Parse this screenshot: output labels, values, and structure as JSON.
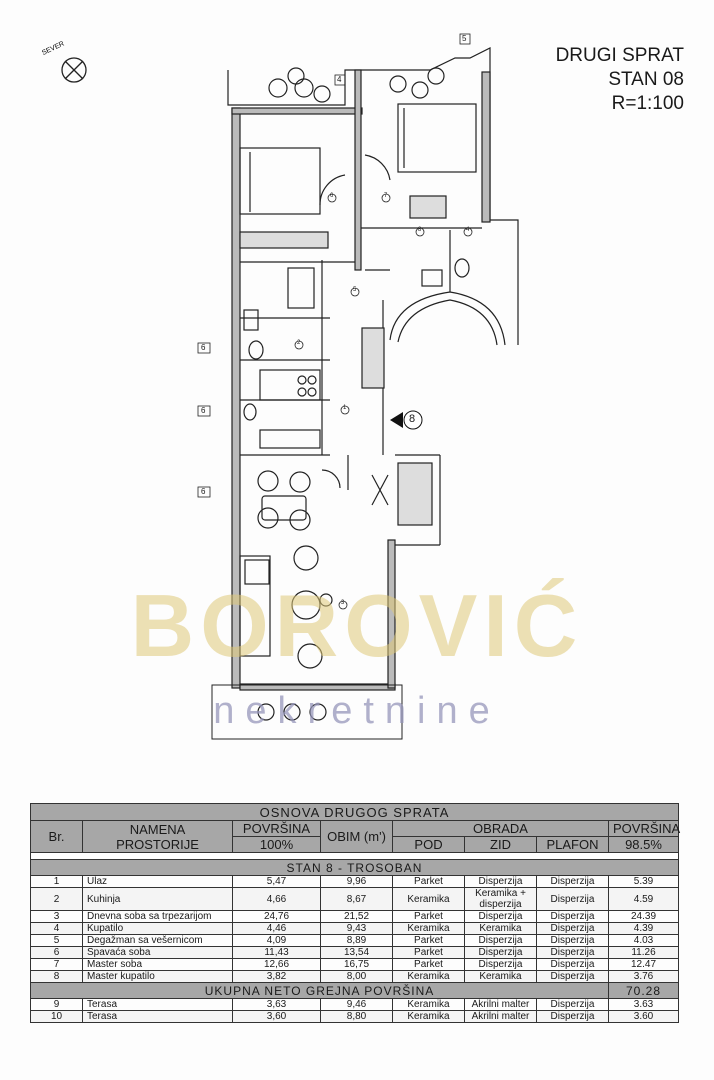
{
  "header": {
    "line1": "DRUGI SPRAT",
    "line2": "STAN 08",
    "line3": "R=1:100"
  },
  "compass_label": "SEVER",
  "plan_labels": {
    "balcony_top_a": "4",
    "balcony_top_b": "5",
    "window_left_1": "6",
    "window_left_2": "6",
    "window_left_3": "6",
    "entrance_marker": "8",
    "room_1": "1",
    "room_2": "2",
    "room_3": "3",
    "room_4": "4",
    "room_5": "5",
    "room_6": "6",
    "room_7": "7",
    "room_8": "8"
  },
  "watermark": {
    "brand": "BOROVIĆ",
    "tagline": "nekretnine"
  },
  "table": {
    "title": "OSNOVA DRUGOG SPRATA",
    "headers": {
      "br": "Br.",
      "namena": "NAMENA PROSTORIJE",
      "povrsina": "POVRŠINA",
      "povrsina_pct": "100%",
      "obim": "OBIM (m')",
      "obrada": "OBRADA",
      "pod": "POD",
      "zid": "ZID",
      "plafon": "PLAFON",
      "povrsina2": "POVRŠINA",
      "povrsina2_pct": "98.5%"
    },
    "section": "STAN 8 - TROSOBAN",
    "rows": [
      {
        "br": "1",
        "name": "Ulaz",
        "area": "5,47",
        "perim": "9,96",
        "pod": "Parket",
        "zid": "Disperzija",
        "plafon": "Disperzija",
        "net": "5.39"
      },
      {
        "br": "2",
        "name": "Kuhinja",
        "area": "4,66",
        "perim": "8,67",
        "pod": "Keramika",
        "zid": "Keramika + disperzija",
        "plafon": "Disperzija",
        "net": "4.59"
      },
      {
        "br": "3",
        "name": "Dnevna soba sa trpezarijom",
        "area": "24,76",
        "perim": "21,52",
        "pod": "Parket",
        "zid": "Disperzija",
        "plafon": "Disperzija",
        "net": "24.39"
      },
      {
        "br": "4",
        "name": "Kupatilo",
        "area": "4,46",
        "perim": "9,43",
        "pod": "Keramika",
        "zid": "Keramika",
        "plafon": "Disperzija",
        "net": "4.39"
      },
      {
        "br": "5",
        "name": "Degažman sa vešernicom",
        "area": "4,09",
        "perim": "8,89",
        "pod": "Parket",
        "zid": "Disperzija",
        "plafon": "Disperzija",
        "net": "4.03"
      },
      {
        "br": "6",
        "name": "Spavaća soba",
        "area": "11,43",
        "perim": "13,54",
        "pod": "Parket",
        "zid": "Disperzija",
        "plafon": "Disperzija",
        "net": "11.26"
      },
      {
        "br": "7",
        "name": "Master soba",
        "area": "12,66",
        "perim": "16,75",
        "pod": "Parket",
        "zid": "Disperzija",
        "plafon": "Disperzija",
        "net": "12.47"
      },
      {
        "br": "8",
        "name": "Master kupatilo",
        "area": "3,82",
        "perim": "8,00",
        "pod": "Keramika",
        "zid": "Keramika",
        "plafon": "Disperzija",
        "net": "3.76"
      }
    ],
    "total_label": "UKUPNA NETO GREJNA POVRŠINA",
    "total_value": "70.28",
    "terrace_rows": [
      {
        "br": "9",
        "name": "Terasa",
        "area": "3,63",
        "perim": "9,46",
        "pod": "Keramika",
        "zid": "Akrilni malter",
        "plafon": "Disperzija",
        "net": "3.63"
      },
      {
        "br": "10",
        "name": "Terasa",
        "area": "3,60",
        "perim": "8,80",
        "pod": "Keramika",
        "zid": "Akrilni malter",
        "plafon": "Disperzija",
        "net": "3.60"
      }
    ]
  }
}
